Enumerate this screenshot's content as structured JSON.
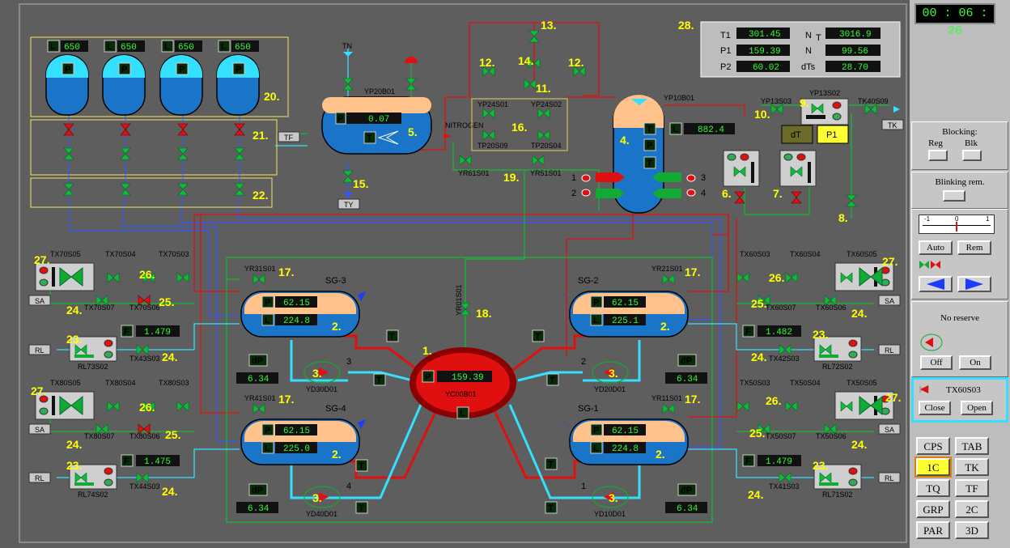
{
  "clock": "00 : 06 : 26",
  "summary": {
    "T1": {
      "label": "T1",
      "value": "301.45"
    },
    "P1": {
      "label": "P1",
      "value": "159.39"
    },
    "P2": {
      "label": "P2",
      "value": "60.02"
    },
    "NT": {
      "label": "N",
      "sub": "T",
      "value": "3016.9"
    },
    "N": {
      "label": "N",
      "value": "99.56"
    },
    "dTs": {
      "label": "dTs",
      "value": "28.70"
    }
  },
  "tanks": [
    {
      "level": "650"
    },
    {
      "level": "650"
    },
    {
      "level": "650"
    },
    {
      "level": "650"
    }
  ],
  "pressurizer": {
    "tag": "YP10B01",
    "level": "882.4"
  },
  "bubbler": {
    "tag": "YP20B01",
    "pressure": "0.07"
  },
  "reactor": {
    "tag": "YC00B01",
    "pressure": "159.39"
  },
  "steam_generators": [
    {
      "name": "SG-3",
      "p": "62.15",
      "l": "224.8",
      "dp": "6.34",
      "pump": "YD30D01",
      "loop": "3",
      "f": "1.479"
    },
    {
      "name": "SG-2",
      "p": "62.15",
      "l": "225.1",
      "dp": "6.34",
      "pump": "YD20D01",
      "loop": "2",
      "f": "1.482"
    },
    {
      "name": "SG-4",
      "p": "62.15",
      "l": "225.0",
      "dp": "6.34",
      "pump": "YD40D01",
      "loop": "4",
      "f": "1.475"
    },
    {
      "name": "SG-1",
      "p": "62.15",
      "l": "224.8",
      "dp": "6.34",
      "pump": "YD10D01",
      "loop": "1",
      "f": "1.479"
    }
  ],
  "tags": {
    "tn": "TN",
    "nitrogen": "NITROGEN",
    "tf": "TF",
    "ty": "TY",
    "tk": "TK",
    "sa": "SA",
    "rl": "RL",
    "yp24s01": "YP24S01",
    "yp24s02": "YP24S02",
    "tp20s09": "TP20S09",
    "tp20s04": "TP20S04",
    "yr61s01": "YR61S01",
    "yr51s01": "YR51S01",
    "yp13s03": "YP13S03",
    "yp13s02": "YP13S02",
    "tk40s09": "TK40S09",
    "yr31s01": "YR31S01",
    "yr21s01": "YR21S01",
    "yr41s01": "YR41S01",
    "yr11s01": "YR11S01",
    "yr01s01": "YR01S01",
    "tx70s05": "TX70S05",
    "tx70s04": "TX70S04",
    "tx70s03": "TX70S03",
    "tx70s07": "TX70S07",
    "tx70s06": "TX70S06",
    "tx80s05": "TX80S05",
    "tx80s04": "TX80S04",
    "tx80s03": "TX80S03",
    "tx80s07": "TX80S07",
    "tx80s06": "TX80S06",
    "tx60s03": "TX60S03",
    "tx60s04": "TX60S04",
    "tx60s05": "TX60S05",
    "tx60s06": "TX60S06",
    "tx60s07": "TX60S07",
    "tx50s03": "TX50S03",
    "tx50s04": "TX50S04",
    "tx50s05": "TX50S05",
    "tx50s06": "TX50S06",
    "tx50s07": "TX50S07",
    "rl73s02": "RL73S02",
    "rl74s02": "RL74S02",
    "rl72s02": "RL72S02",
    "rl71s02": "RL71S02",
    "tx43s03": "TX43S03",
    "tx44s03": "TX44S03",
    "tx42s03": "TX42S03",
    "tx41s03": "TX41S03"
  },
  "callouts": [
    "1.",
    "2.",
    "3.",
    "4.",
    "5.",
    "6.",
    "7.",
    "8.",
    "9.",
    "10.",
    "11.",
    "12.",
    "13.",
    "14.",
    "15.",
    "16.",
    "17.",
    "18.",
    "19.",
    "20.",
    "21.",
    "22.",
    "23.",
    "24.",
    "25.",
    "26.",
    "27.",
    "28."
  ],
  "indicator_buttons": {
    "dt": "dT",
    "p1": "P1"
  },
  "panel": {
    "blocking_title": "Blocking:",
    "reg": "Reg",
    "blk": "Blk",
    "blinking": "Blinking rem.",
    "scale_min": "-1",
    "scale_mid": "0",
    "scale_max": "1",
    "auto": "Auto",
    "rem": "Rem",
    "no_reserve": "No reserve",
    "off": "Off",
    "on": "On",
    "valve_tag": "TX60S03",
    "close": "Close",
    "open": "Open",
    "nav": [
      "CPS",
      "TAB",
      "1C",
      "TK",
      "TQ",
      "TF",
      "GRP",
      "2C",
      "PAR",
      "3D"
    ]
  },
  "colors": {
    "bg": "#5e5e5e",
    "green": "#11aa33",
    "red": "#e01010",
    "cyan": "#33e0ff",
    "lcd_text": "#33ff33",
    "callout": "#ffff00"
  }
}
